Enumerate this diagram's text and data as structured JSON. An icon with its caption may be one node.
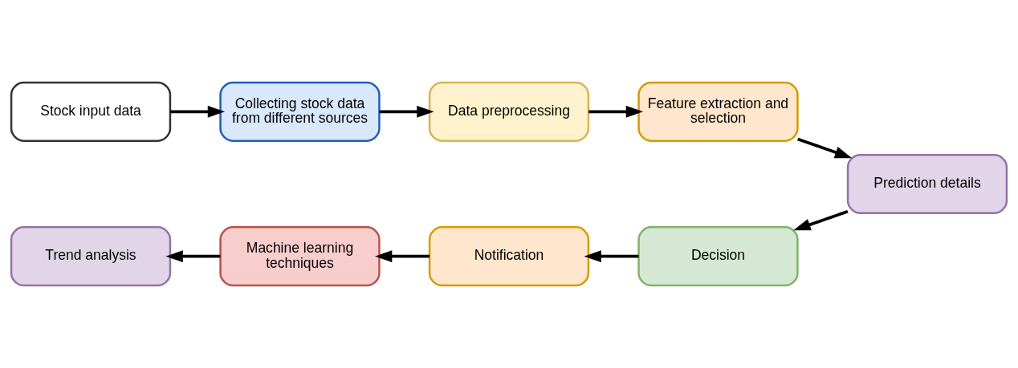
{
  "diagram": {
    "nodes": [
      {
        "text": [
          "Stock input data"
        ]
      },
      {
        "text": [
          "Collecting stock data from different sources"
        ]
      },
      {
        "text": [
          "Data preprocessing"
        ]
      },
      {
        "text": [
          "Feature extraction and selection"
        ]
      },
      {
        "text": [
          "Prediction details"
        ]
      },
      {
        "text": [
          "Decision"
        ]
      },
      {
        "text": [
          "Notification"
        ]
      },
      {
        "text": [
          "Machine learning techniques"
        ]
      },
      {
        "text": [
          "Trend analysis"
        ]
      }
    ],
    "edges": [
      {
        "from": 0,
        "to": 1,
        "arrow": "to"
      },
      {
        "from": 1,
        "to": 2,
        "arrow": "to"
      },
      {
        "from": 2,
        "to": 3,
        "arrow": "to"
      },
      {
        "from": 3,
        "to": 4,
        "arrow": "to"
      },
      {
        "from": 4,
        "to": 5,
        "arrow": "to"
      },
      {
        "from": 5,
        "to": 6,
        "arrow": "to"
      },
      {
        "from": 6,
        "to": 7,
        "arrow": "to"
      },
      {
        "from": 7,
        "to": 8,
        "arrow": "to"
      }
    ]
  }
}
